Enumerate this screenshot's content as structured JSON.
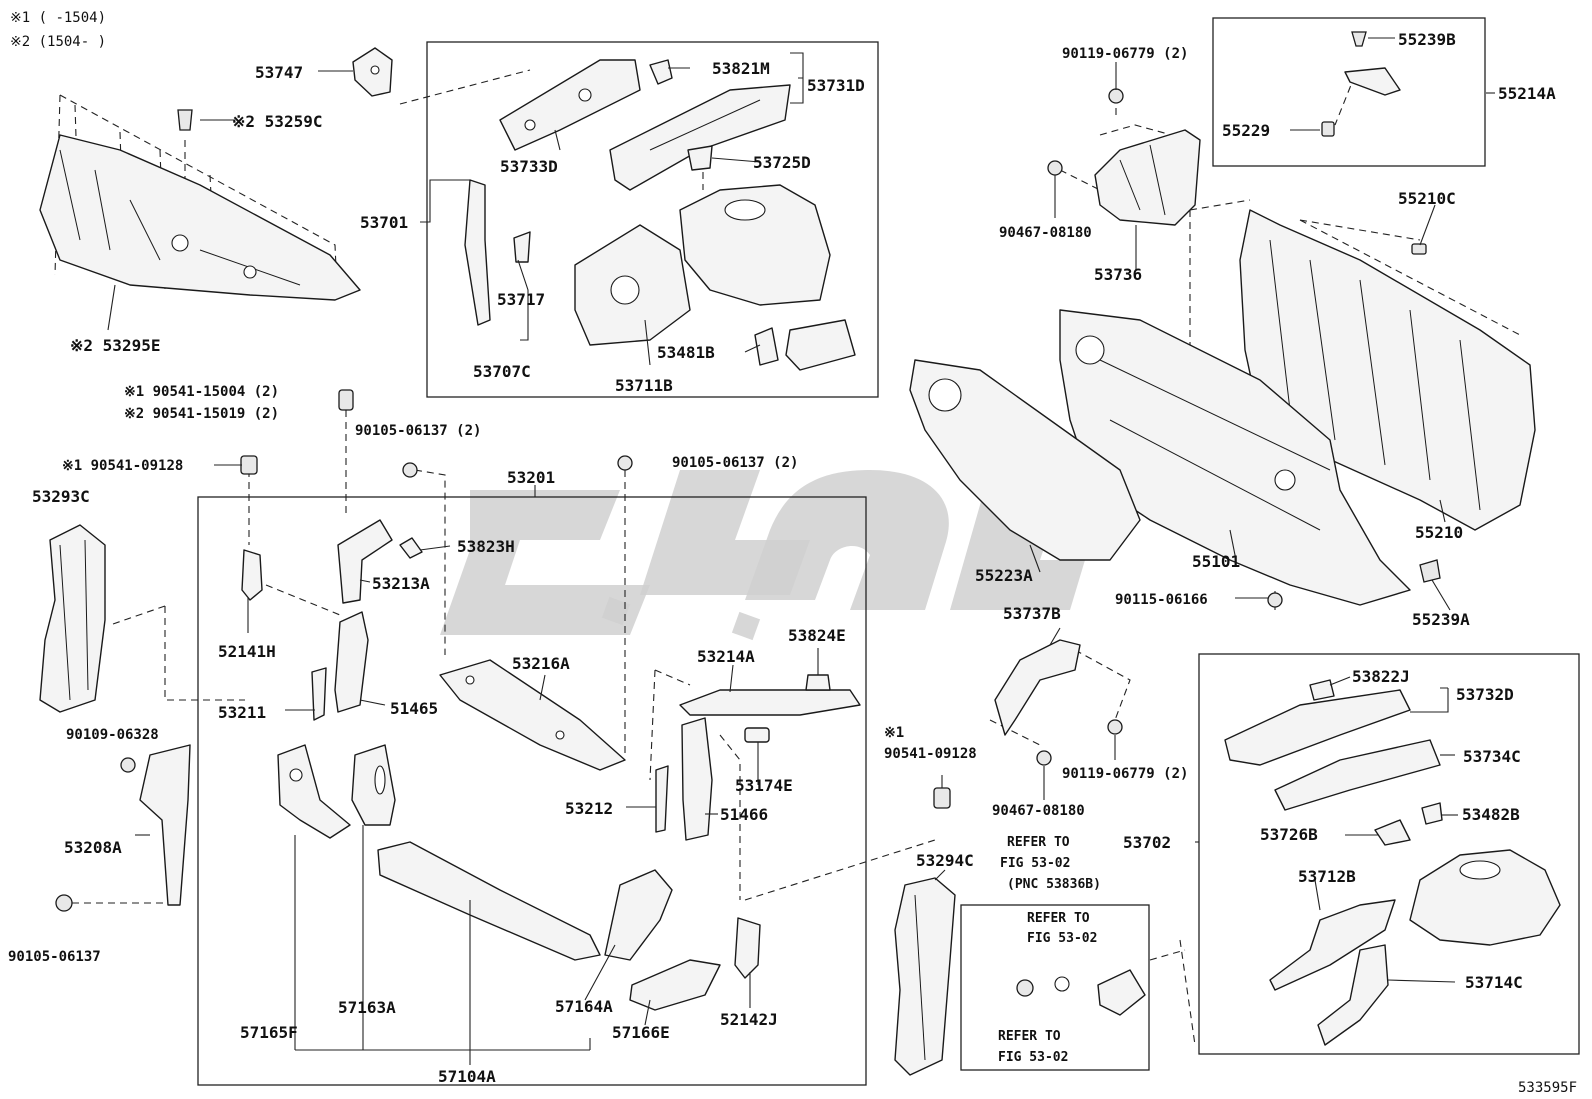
{
  "notes": {
    "n1": "※1 (       -1504)",
    "n2": "※2 (1504-       )"
  },
  "parts": {
    "p53747": "53747",
    "p53259c": "※2 53259C",
    "p53295e": "※2 53295E",
    "p53821m": "53821M",
    "p53731d": "53731D",
    "p53733d": "53733D",
    "p53725d": "53725D",
    "p53701": "53701",
    "p53717": "53717",
    "p53707c": "53707C",
    "p53711b": "53711B",
    "p53481b": "53481B",
    "p90541_15004": "※1 90541-15004 (2)",
    "p90541_15019": "※2 90541-15019 (2)",
    "p90105_a": "90105-06137 (2)",
    "p90105_b": "90105-06137 (2)",
    "p90541_09128_a": "※1 90541-09128",
    "p53201": "53201",
    "p53293c": "53293C",
    "p53823h": "53823H",
    "p53213a": "53213A",
    "p52141h": "52141H",
    "p53211": "53211",
    "p51465": "51465",
    "p53216a": "53216A",
    "p53214a": "53214A",
    "p53824e": "53824E",
    "p53174e": "53174E",
    "p53212": "53212",
    "p51466": "51466",
    "p90109": "90109-06328",
    "p53208a": "53208A",
    "p90105_c": "90105-06137",
    "p57163a": "57163A",
    "p57165f": "57165F",
    "p57164a": "57164A",
    "p57166e": "57166E",
    "p52142j": "52142J",
    "p57104a": "57104A",
    "p90119_a": "90119-06779 (2)",
    "p90467_a": "90467-08180",
    "p53736": "53736",
    "p55239b": "55239B",
    "p55214a": "55214A",
    "p55229": "55229",
    "p55210c": "55210C",
    "p55210": "55210",
    "p55101": "55101",
    "p55223a": "55223A",
    "p90115": "90115-06166",
    "p55239a": "55239A",
    "p53737b": "53737B",
    "p90119_b": "90119-06779 (2)",
    "p90467_b": "90467-08180",
    "p90541_09128_b1": "※1",
    "p90541_09128_b2": "90541-09128",
    "p53294c": "53294C",
    "p53822j": "53822J",
    "p53732d": "53732D",
    "p53734c": "53734C",
    "p53726b": "53726B",
    "p53482b": "53482B",
    "p53702": "53702",
    "p53712b": "53712B",
    "p53714c": "53714C"
  },
  "refs": {
    "r1a": "REFER TO",
    "r1b": "FIG 53-02",
    "r1c": "(PNC 53836B)",
    "r2a": "REFER TO",
    "r2b": "FIG 53-02",
    "r3a": "REFER TO",
    "r3b": "FIG 53-02"
  },
  "footer": {
    "code": "533595F"
  }
}
